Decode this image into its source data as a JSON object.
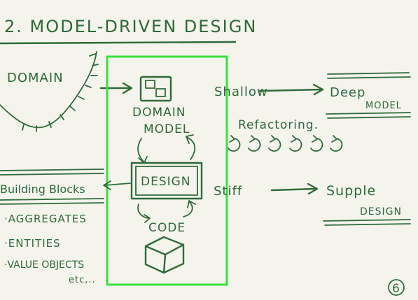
{
  "heading": "2. MODEL-DRIVEN DESIGN",
  "domain": "DOMAIN",
  "domain_model_1": "DOMAIN",
  "domain_model_2": "MODEL",
  "design": "DESIGN",
  "code": "CODE",
  "shallow": "Shallow",
  "deep": "Deep",
  "deep_model": "MODEL",
  "refactoring": "Refactoring.",
  "stiff": "Stiff",
  "supple": "Supple",
  "supple_design": "DESIGN",
  "building_blocks": "Building Blocks",
  "list": [
    "·AGGREGATES",
    "·ENTITIES",
    "·VALUE OBJECTS"
  ],
  "etc": "etc,..",
  "page_number": "6",
  "colors": {
    "ink": "#2f6b3a",
    "highlight": "#37e23d",
    "paper": "#f4f3ec"
  }
}
